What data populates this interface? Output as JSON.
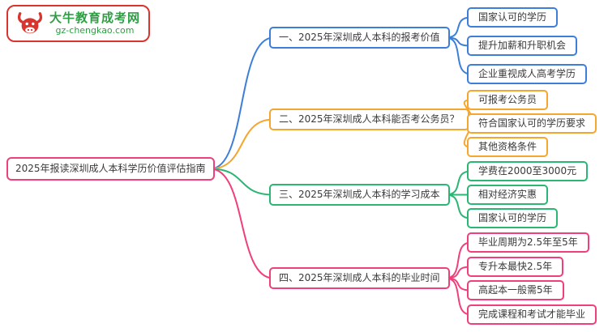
{
  "logo": {
    "title": "大牛教育成考网",
    "domain": "gz-chengkao.com",
    "brand_red": "#d9342e",
    "brand_green": "#2f9e44"
  },
  "root": {
    "label": "2025年报读深圳成人本科学历价值评估指南",
    "color": "#ef3f7c"
  },
  "branches": [
    {
      "label": "一、2025年深圳成人本科的报考价值",
      "color": "#3d7fd8",
      "children": [
        "国家认可的学历",
        "提升加薪和升职机会",
        "企业重视成人高考学历"
      ]
    },
    {
      "label": "二、2025年深圳成人本科能否考公务员？",
      "color": "#f5a62f",
      "children": [
        "可报考公务员",
        "符合国家认可的学历要求",
        "其他资格条件"
      ]
    },
    {
      "label": "三、2025年深圳成人本科的学习成本",
      "color": "#2bb673",
      "children": [
        "学费在2000至3000元",
        "相对经济实惠",
        "国家认可的学历"
      ]
    },
    {
      "label": "四、2025年深圳成人本科的毕业时间",
      "color": "#ef3f7c",
      "children": [
        "毕业周期为2.5年至5年",
        "专升本最快2.5年",
        "高起本一般需5年",
        "完成课程和考试才能毕业"
      ]
    }
  ]
}
